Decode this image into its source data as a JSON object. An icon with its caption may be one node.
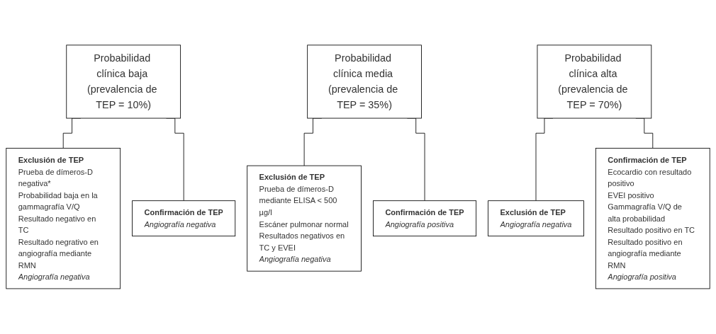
{
  "diagram": {
    "nodes": [
      {
        "text": [
          "Probabilidad clínica baja (prevalencia de TEP = 10%)"
        ]
      },
      {
        "text": [
          "Probabilidad clínica media (prevalencia de TEP = 35%)"
        ]
      },
      {
        "text": [
          "Probabilidad clínica alta (prevalencia de TEP = 70%)"
        ]
      },
      {
        "text": [
          "Exclusión de TEP",
          "Prueba de dímeros-D negativa*",
          "Probabilidad baja en la gammagrafía V/Q",
          "Resultado negativo en TC",
          "Resultado negrativo en angiografía mediante RMN",
          "Angiografía negativa"
        ]
      },
      {
        "text": [
          "Confirmación de TEP",
          "Angiografía negativa"
        ]
      },
      {
        "text": [
          "Exclusión de TEP",
          "Prueba de dímeros-D mediante ELISA < 500 µg/l",
          "Escáner pulmonar normal",
          "Resultados negativos en TC y EVEI",
          "Angiografía negativa"
        ]
      },
      {
        "text": [
          "Confirmación de TEP",
          "Angiografía positiva"
        ]
      },
      {
        "text": [
          "Exclusión de TEP",
          "Angiografía negativa"
        ]
      },
      {
        "text": [
          "Confirmación de TEP",
          "Ecocardio con resultado positivo",
          "EVEI positivo",
          "Gammagrafía V/Q de alta probabilidad",
          "Resultado positivo en TC",
          "Resultado positivo en angiografía mediante RMN",
          "Angiografía positiva"
        ]
      }
    ],
    "edges": [
      {
        "from": 0,
        "to": 3,
        "arrow": "none"
      },
      {
        "from": 0,
        "to": 4,
        "arrow": "none"
      },
      {
        "from": 1,
        "to": 5,
        "arrow": "none"
      },
      {
        "from": 1,
        "to": 6,
        "arrow": "none"
      },
      {
        "from": 2,
        "to": 7,
        "arrow": "none"
      },
      {
        "from": 2,
        "to": 8,
        "arrow": "none"
      }
    ]
  }
}
